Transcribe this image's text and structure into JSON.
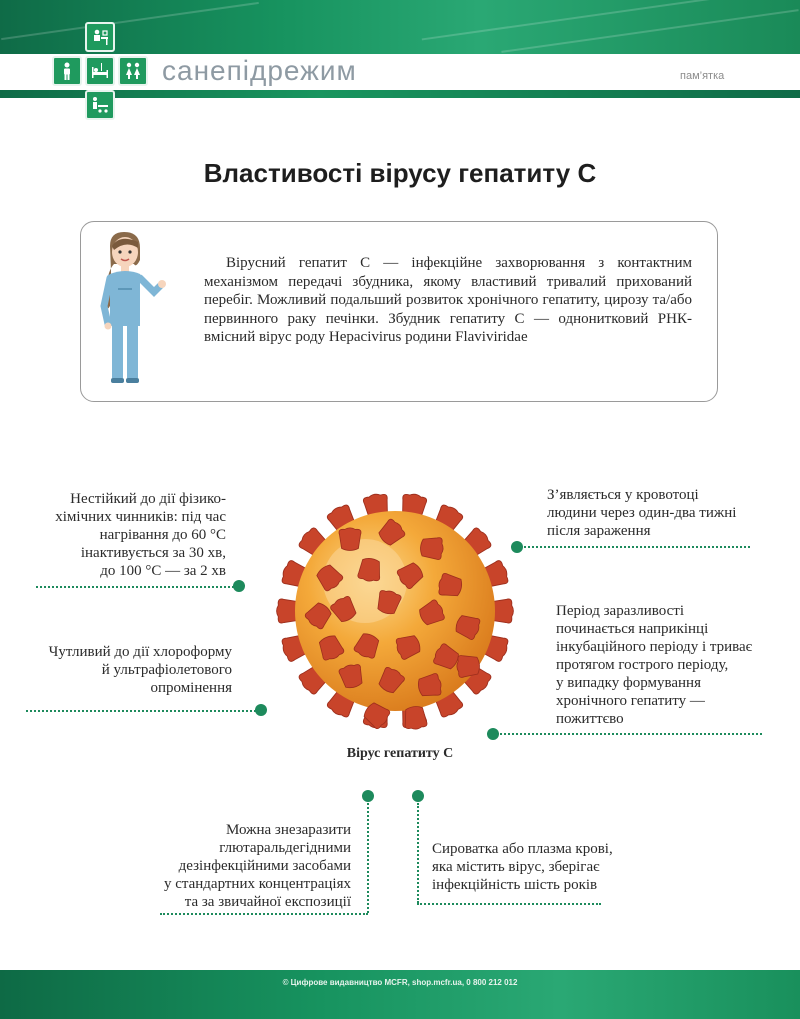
{
  "header": {
    "brand": "санепідрежим",
    "section": "пам’ятка",
    "icons": [
      "doctor-desk-icon",
      "person-icon",
      "hospital-bed-icon",
      "women-icon",
      "stretcher-icon"
    ]
  },
  "title": "Властивості вірусу гепатиту С",
  "intro": {
    "text": "Вірусний гепатит С — інфекційне захворювання з контактним механізмом передачі збудника, якому властивий тривалий прихований перебіг. Можливий подальший розвиток хронічного гепатиту, цирозу та/або первинного раку печінки. Збудник гепатиту С — однонитковий РНК-вмісний вірус роду Hepacivirus родини Flaviviridae"
  },
  "virus_caption": "Вірус гепатиту С",
  "notes": {
    "unstable": [
      "Нестійкий до дії фізико-",
      "хімічних чинників: під час",
      "нагрівання до 60 °С",
      "інактивується за 30 хв,",
      "до 100 °С — за 2 хв"
    ],
    "chloroform": [
      "Чутливий до дії хлороформу",
      "й ультрафіолетового",
      "опромінення"
    ],
    "blood": [
      "З’являється у кровотоці",
      "людини через один-два тижні",
      "після зараження"
    ],
    "period": [
      "Період заразливості",
      "починається наприкінці",
      "інкубаційного періоду і триває",
      "протягом гострого періоду,",
      "у випадку формування",
      "хронічного гепатиту —",
      "пожиттєво"
    ],
    "disinfect": [
      "Можна знезаразити",
      "глютаральдегідними",
      "дезінфекційними засобами",
      "у стандартних концентраціях",
      "та за звичайної експозиції"
    ],
    "serum": [
      "Сироватка або плазма крові,",
      "яка містить вірус, зберігає",
      "інфекційність шість років"
    ]
  },
  "footer": "© Цифрове видавництво MCFR, shop.mcfr.ua, 0 800 212 012",
  "colors": {
    "accent": "#1d8a5c",
    "virus_core": "#f0a234",
    "spike": "#c8442a"
  }
}
